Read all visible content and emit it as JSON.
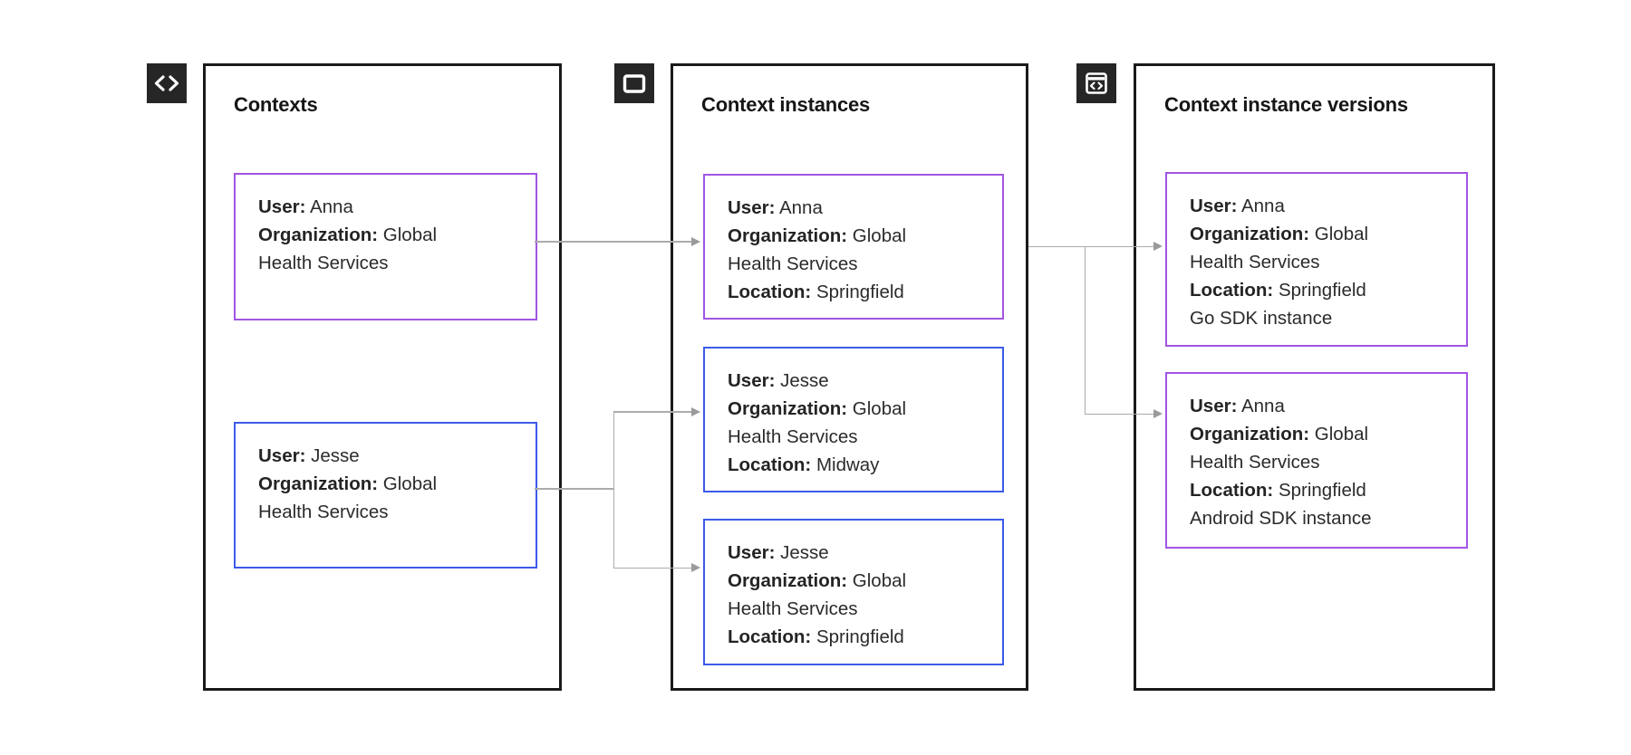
{
  "colors": {
    "panel_border": "#1a1a1a",
    "card_border_purple": "#a155e3",
    "card_border_blue": "#3b5be8",
    "connector_gray": "#ababab",
    "icon_background": "#262626",
    "icon_glyph": "#ffffff",
    "title_text": "#161616",
    "body_text": "#2b2b2b"
  },
  "panels": [
    {
      "title": "Contexts",
      "icon": "code-icon",
      "cards": [
        {
          "border": "purple",
          "lines": [
            [
              {
                "b": "User:"
              },
              {
                "t": " Anna"
              }
            ],
            [
              {
                "b": "Organization:"
              },
              {
                "t": " Global"
              }
            ],
            [
              {
                "t": "Health Services"
              }
            ]
          ]
        },
        {
          "border": "blue",
          "lines": [
            [
              {
                "b": "User:"
              },
              {
                "t": " Jesse"
              }
            ],
            [
              {
                "b": "Organization:"
              },
              {
                "t": " Global"
              }
            ],
            [
              {
                "t": "Health Services"
              }
            ]
          ]
        }
      ]
    },
    {
      "title": "Context instances",
      "icon": "window-icon",
      "cards": [
        {
          "border": "purple",
          "lines": [
            [
              {
                "b": "User:"
              },
              {
                "t": " Anna"
              }
            ],
            [
              {
                "b": "Organization:"
              },
              {
                "t": " Global"
              }
            ],
            [
              {
                "t": "Health Services"
              }
            ],
            [
              {
                "b": "Location:"
              },
              {
                "t": " Springfield"
              }
            ]
          ]
        },
        {
          "border": "blue",
          "lines": [
            [
              {
                "b": "User:"
              },
              {
                "t": " Jesse"
              }
            ],
            [
              {
                "b": "Organization:"
              },
              {
                "t": " Global"
              }
            ],
            [
              {
                "t": "Health Services"
              }
            ],
            [
              {
                "b": "Location:"
              },
              {
                "t": " Midway"
              }
            ]
          ]
        },
        {
          "border": "blue",
          "lines": [
            [
              {
                "b": "User:"
              },
              {
                "t": " Jesse"
              }
            ],
            [
              {
                "b": "Organization:"
              },
              {
                "t": " Global"
              }
            ],
            [
              {
                "t": "Health Services"
              }
            ],
            [
              {
                "b": "Location:"
              },
              {
                "t": " Springfield"
              }
            ]
          ]
        }
      ]
    },
    {
      "title": "Context instance versions",
      "icon": "browser-code-icon",
      "cards": [
        {
          "border": "purple",
          "lines": [
            [
              {
                "b": "User:"
              },
              {
                "t": " Anna"
              }
            ],
            [
              {
                "b": "Organization:"
              },
              {
                "t": " Global"
              }
            ],
            [
              {
                "t": "Health Services"
              }
            ],
            [
              {
                "b": "Location:"
              },
              {
                "t": " Springfield"
              }
            ],
            [
              {
                "t": "Go SDK instance"
              }
            ]
          ]
        },
        {
          "border": "purple",
          "lines": [
            [
              {
                "b": "User:"
              },
              {
                "t": " Anna"
              }
            ],
            [
              {
                "b": "Organization:"
              },
              {
                "t": " Global"
              }
            ],
            [
              {
                "t": "Health Services"
              }
            ],
            [
              {
                "b": "Location:"
              },
              {
                "t": " Springfield"
              }
            ],
            [
              {
                "t": "Android SDK instance"
              }
            ]
          ]
        }
      ]
    }
  ],
  "connections": [
    {
      "from": "panels.0.cards.0",
      "to": "panels.1.cards.0"
    },
    {
      "from": "panels.0.cards.1",
      "to": "panels.1.cards.1"
    },
    {
      "from": "panels.0.cards.1",
      "to": "panels.1.cards.2"
    },
    {
      "from": "panels.1.cards.0",
      "to": "panels.2.cards.0"
    },
    {
      "from": "panels.1.cards.0",
      "to": "panels.2.cards.1"
    }
  ]
}
